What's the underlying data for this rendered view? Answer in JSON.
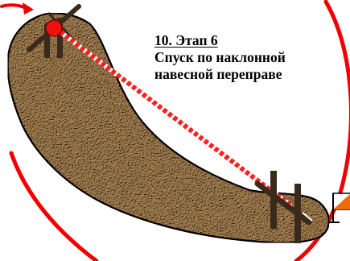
{
  "stage": {
    "title": "10. Этап 6",
    "description_line1": "Спуск по наклонной",
    "description_line2": "навесной переправе"
  },
  "colors": {
    "route_arc": "#f00000",
    "rope_red": "#ff1f1f",
    "rope_white": "#ffffff",
    "start_marker": "#ee1111",
    "terrain_fill": "#c4a882",
    "terrain_outline": "#000000",
    "post": "#3a2a1c",
    "flag_orange": "#f06a0a",
    "flag_white": "#ffffff"
  },
  "icons": {
    "route_arrow": "arrowhead-icon",
    "start_point": "red-dot-icon",
    "checkpoint_flag": "orienteering-flag-icon"
  }
}
